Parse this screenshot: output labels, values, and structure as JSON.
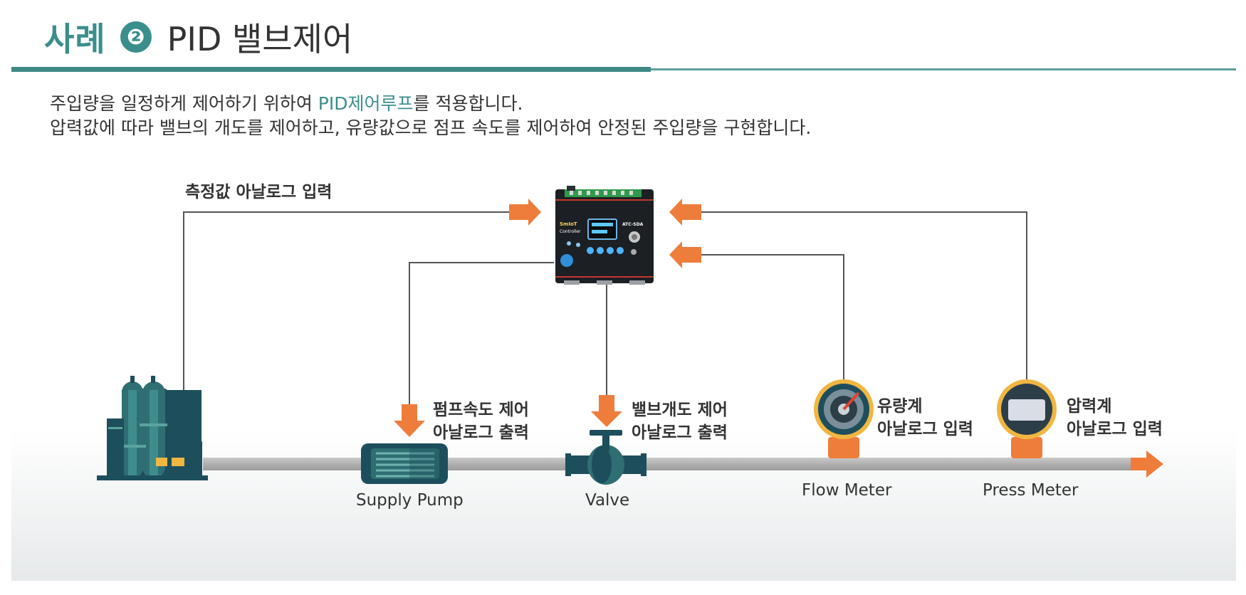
{
  "header": {
    "case_label": "사례",
    "case_number": "❷",
    "title": "PID 밸브제어"
  },
  "description": {
    "line1_pre": "주입량을 일정하게 제어하기 위하여 ",
    "line1_highlight": "PID제어루프",
    "line1_post": "를 적용합니다.",
    "line2": "압력값에 따라 밸브의 개도를 제어하고, 유량값으로 점프 속도를 제어하여 안정된 주입량을 구현합니다."
  },
  "controller": {
    "brand": "SmIoT",
    "brand_sub": "Controller",
    "model": "ATC-SDA"
  },
  "labels": {
    "measure_input": "측정값 아날로그 입력",
    "pump_control_1": "펌프속도 제어",
    "pump_control_2": "아날로그 출력",
    "valve_control_1": "밸브개도 제어",
    "valve_control_2": "아날로그 출력",
    "flow_gauge_1": "유량계",
    "flow_gauge_2": "아날로그 입력",
    "press_gauge_1": "압력계",
    "press_gauge_2": "아날로그 입력"
  },
  "device_names": {
    "pump": "Supply Pump",
    "valve": "Valve",
    "flow_meter": "Flow Meter",
    "press_meter": "Press Meter"
  },
  "colors": {
    "accent": "#3a8f8c",
    "arrow": "#ee7d3b",
    "pipe": "#b3b3b3",
    "device": "#1d4e5c"
  }
}
